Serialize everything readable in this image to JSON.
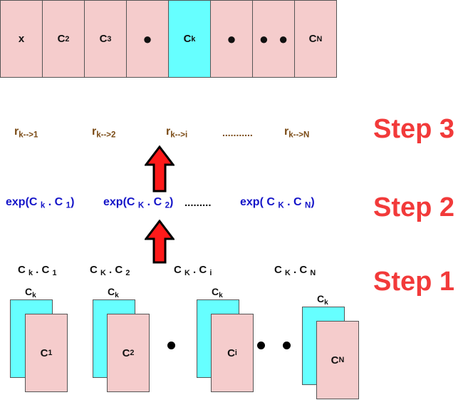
{
  "top_row": {
    "cells": [
      {
        "main": "x",
        "sub": "",
        "color": "pink"
      },
      {
        "main": "C",
        "sub": "2",
        "color": "pink"
      },
      {
        "main": "C",
        "sub": "3",
        "color": "pink"
      },
      {
        "main": "",
        "sub": "",
        "color": "pink",
        "dots": 1
      },
      {
        "main": "C",
        "sub": "k",
        "color": "cyan"
      },
      {
        "main": "",
        "sub": "",
        "color": "pink",
        "dots": 1
      },
      {
        "main": "",
        "sub": "",
        "color": "pink",
        "dots": 2
      },
      {
        "main": "C ",
        "sub": "N",
        "color": "pink"
      }
    ]
  },
  "step3": {
    "label": "Step 3",
    "r_items": [
      {
        "main": "r",
        "sub": "k-->1"
      },
      {
        "main": "r",
        "sub": "k-->2"
      },
      {
        "main": "r",
        "sub": "k-->i"
      },
      {
        "main": "...........",
        "sub": ""
      },
      {
        "main": "r",
        "sub": "k-->N"
      }
    ]
  },
  "step2": {
    "label": "Step 2",
    "exp_items": [
      {
        "pre": "exp(C ",
        "a": "k",
        "mid": " . C ",
        "b": "1",
        "post": ")"
      },
      {
        "pre": "exp(C ",
        "a": "K",
        "mid": " . C ",
        "b": "2",
        "post": ")"
      },
      {
        "pre": "exp( C ",
        "a": "K",
        "mid": " . C ",
        "b": "N",
        "post": ")"
      }
    ],
    "ellipsis": "........."
  },
  "step1": {
    "label": "Step 1",
    "products": [
      {
        "pre": "C ",
        "a": "k",
        "mid": " . C ",
        "b": "1"
      },
      {
        "pre": "C ",
        "a": "K",
        "mid": " . C ",
        "b": "2"
      },
      {
        "pre": "C ",
        "a": "K",
        "mid": " . C ",
        "b": "i"
      },
      {
        "pre": "C ",
        "a": "K",
        "mid": " . C ",
        "b": "N"
      }
    ],
    "cards": [
      {
        "back_main": "C",
        "back_sub": "k",
        "front_main": "C",
        "front_sub": "1"
      },
      {
        "back_main": "C",
        "back_sub": "k",
        "front_main": "C",
        "front_sub": "2"
      },
      {
        "back_main": "C",
        "back_sub": "k",
        "front_main": "C ",
        "front_sub": "i"
      },
      {
        "back_main": "C",
        "back_sub": "k",
        "front_main": "C ",
        "front_sub": "N"
      }
    ]
  },
  "colors": {
    "pink": "#f5cccc",
    "cyan": "#66ffff",
    "step_red": "#f23a3a",
    "arrow_red": "#ff1a1a",
    "brown": "#7a4a14",
    "blue": "#1414c8"
  }
}
